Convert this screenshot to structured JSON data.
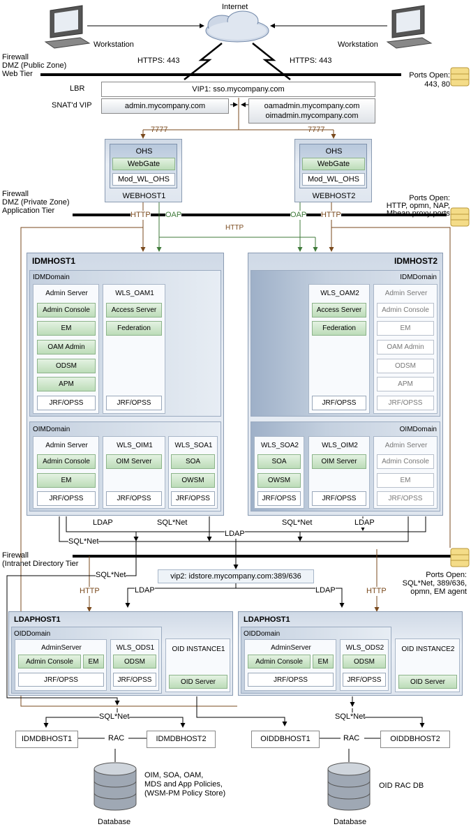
{
  "internet": {
    "label": "Internet"
  },
  "workstations": [
    {
      "label": "Workstation"
    },
    {
      "label": "Workstation"
    }
  ],
  "https": [
    "HTTPS: 443",
    "HTTPS: 443"
  ],
  "zones": {
    "public": [
      "Firewall",
      "DMZ (Public Zone)",
      "Web Tier"
    ],
    "private": [
      "Firewall",
      "DMZ (Private Zone)",
      "Application Tier"
    ],
    "intranet": [
      "Firewall",
      "(Intranet Directory Tier"
    ]
  },
  "ports": {
    "public": [
      "Ports Open:",
      "443, 80"
    ],
    "private": [
      "Ports Open:",
      "HTTP, opmn, NAP,",
      "Mbean proxy ports"
    ],
    "intranet": [
      "Ports Open:",
      "SQL*Net, 389/636,",
      "opmn, EM agent"
    ]
  },
  "lbr": {
    "label": "LBR",
    "vip1": "VIP1: sso.mycompany.com",
    "snat_label": "SNAT'd VIP",
    "admin_vip": "admin.mycompany.com",
    "oamadmin": "oamadmin.mycompany.com",
    "oimadmin": "oimadmin.mycompany.com"
  },
  "port7777": [
    "7777",
    "7777"
  ],
  "webhosts": [
    {
      "name": "WEBHOST1",
      "ohs": "OHS",
      "webgate": "WebGate",
      "mod": "Mod_WL_OHS"
    },
    {
      "name": "WEBHOST2",
      "ohs": "OHS",
      "webgate": "WebGate",
      "mod": "Mod_WL_OHS"
    }
  ],
  "protocols": {
    "http": "HTTP",
    "oap": "OAP",
    "ldap": "LDAP",
    "sqlnet": "SQL*Net",
    "rac": "RAC"
  },
  "idmhost1": {
    "name": "IDMHOST1",
    "idm_domain": "IDMDomain",
    "admin_server": {
      "title": "Admin Server",
      "items": [
        "Admin Console",
        "EM",
        "OAM Admin",
        "ODSM",
        "APM"
      ],
      "jrf": "JRF/OPSS"
    },
    "wls_oam": {
      "title": "WLS_OAM1",
      "items": [
        "Access Server",
        "Federation"
      ],
      "jrf": "JRF/OPSS"
    },
    "oim_domain": "OIMDomain",
    "oim_admin": {
      "title": "Admin Server",
      "items": [
        "Admin Console",
        "EM"
      ],
      "jrf": "JRF/OPSS"
    },
    "wls_oim": {
      "title": "WLS_OIM1",
      "items": [
        "OIM Server"
      ],
      "jrf": "JRF/OPSS"
    },
    "wls_soa": {
      "title": "WLS_SOA1",
      "items": [
        "SOA",
        "OWSM"
      ],
      "jrf": "JRF/OPSS"
    }
  },
  "idmhost2": {
    "name": "IDMHOST2",
    "idm_domain": "IDMDomain",
    "wls_oam": {
      "title": "WLS_OAM2",
      "items": [
        "Access Server",
        "Federation"
      ],
      "jrf": "JRF/OPSS"
    },
    "admin_server": {
      "title": "Admin Server",
      "items": [
        "Admin Console",
        "EM",
        "OAM Admin",
        "ODSM",
        "APM"
      ],
      "jrf": "JRF/OPSS"
    },
    "oim_domain": "OIMDomain",
    "wls_soa": {
      "title": "WLS_SOA2",
      "items": [
        "SOA",
        "OWSM"
      ],
      "jrf": "JRF/OPSS"
    },
    "wls_oim": {
      "title": "WLS_OIM2",
      "items": [
        "OIM Server"
      ],
      "jrf": "JRF/OPSS"
    },
    "oim_admin": {
      "title": "Admin Server",
      "items": [
        "Admin Console",
        "EM"
      ],
      "jrf": "JRF/OPSS"
    }
  },
  "vip2": "vip2: idstore.mycompany.com:389/636",
  "ldaphosts": [
    {
      "name": "LDAPHOST1",
      "domain": "OIDDomain",
      "admin": "AdminServer",
      "console": "Admin Console",
      "em": "EM",
      "jrf": "JRF/OPSS",
      "wls": "WLS_ODS1",
      "odsm": "ODSM",
      "wls_jrf": "JRF/OPSS",
      "inst": "OID INSTANCE1",
      "oid": "OID Server"
    },
    {
      "name": "LDAPHOST1",
      "domain": "OIDDomain",
      "admin": "AdminServer",
      "console": "Admin Console",
      "em": "EM",
      "jrf": "JRF/OPSS",
      "wls": "WLS_ODS2",
      "odsm": "ODSM",
      "wls_jrf": "JRF/OPSS",
      "inst": "OID INSTANCE2",
      "oid": "OID Server"
    }
  ],
  "db": {
    "left": {
      "hosts": [
        "IDMDBHOST1",
        "IDMDBHOST2"
      ],
      "desc": [
        "OIM, SOA, OAM,",
        "MDS and App Policies,",
        "(WSM-PM Policy Store)"
      ],
      "label": "Database"
    },
    "right": {
      "hosts": [
        "OIDDBHOST1",
        "OIDDBHOST2"
      ],
      "desc": [
        "OID RAC DB"
      ],
      "label": "Database"
    }
  },
  "colors": {
    "http": "#7a4a1e",
    "oap": "#3f7a3a",
    "component_green": "#c8e2c4",
    "host_blue": "#dbe3ee"
  }
}
